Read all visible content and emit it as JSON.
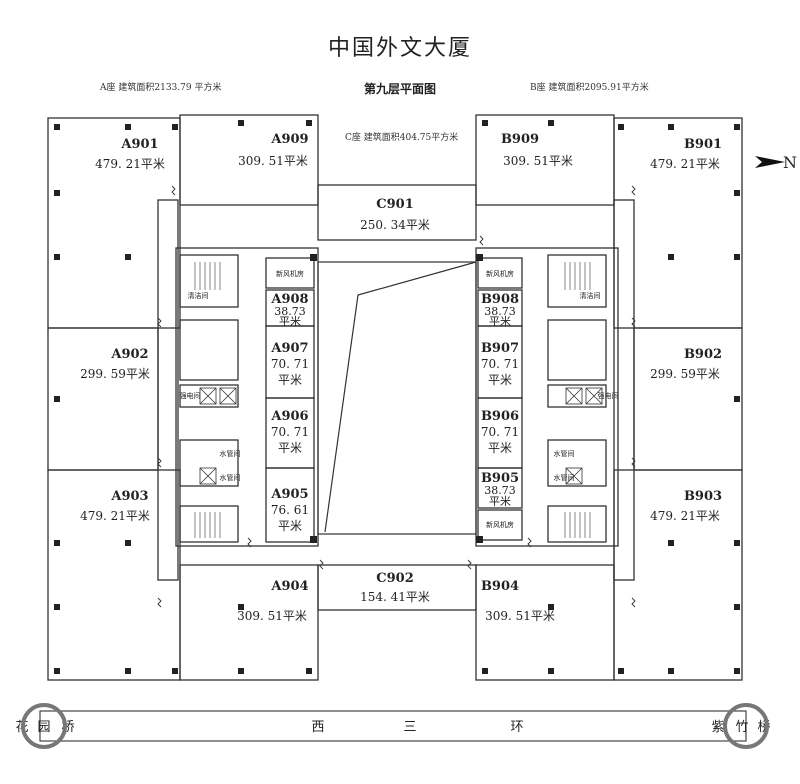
{
  "header": {
    "title": "中国外文大厦",
    "subtitle": "第九层平面图",
    "note_a": "A座  建筑面积2133.79 平方米",
    "note_b": "B座  建筑面积2095.91平方米",
    "note_c": "C座 建筑面积404.75平方米"
  },
  "compass": {
    "label": "N"
  },
  "units": {
    "a901": {
      "code": "A901",
      "area": "479. 21平米"
    },
    "a909": {
      "code": "A909",
      "area": "309. 51平米"
    },
    "a902": {
      "code": "A902",
      "area": "299. 59平米"
    },
    "a903": {
      "code": "A903",
      "area": "479. 21平米"
    },
    "a904": {
      "code": "A904",
      "area": "309. 51平米"
    },
    "a908": {
      "code": "A908",
      "area": "38.73",
      "unit": "平米"
    },
    "a907": {
      "code": "A907",
      "area": "70. 71",
      "unit": "平米"
    },
    "a906": {
      "code": "A906",
      "area": "70. 71",
      "unit": "平米"
    },
    "a905": {
      "code": "A905",
      "area": "76. 61",
      "unit": "平米"
    },
    "c901": {
      "code": "C901",
      "area": "250. 34平米"
    },
    "c902": {
      "code": "C902",
      "area": "154. 41平米"
    },
    "b909": {
      "code": "B909",
      "area": "309. 51平米"
    },
    "b901": {
      "code": "B901",
      "area": "479. 21平米"
    },
    "b902": {
      "code": "B902",
      "area": "299. 59平米"
    },
    "b903": {
      "code": "B903",
      "area": "479. 21平米"
    },
    "b904": {
      "code": "B904",
      "area": "309. 51平米"
    },
    "b908": {
      "code": "B908",
      "area": "38.73",
      "unit": "平米"
    },
    "b907": {
      "code": "B907",
      "area": "70. 71",
      "unit": "平米"
    },
    "b906": {
      "code": "B906",
      "area": "70. 71",
      "unit": "平米"
    },
    "b905": {
      "code": "B905",
      "area": "38.73",
      "unit": "平米"
    }
  },
  "small_rooms": {
    "fresh_air": "新风机房",
    "cleaning": "清洁间",
    "water_pipe": "水管间",
    "elec": "强电间"
  },
  "road": {
    "left_bridge": [
      "花",
      "园",
      "桥"
    ],
    "road_name": [
      "西",
      "三",
      "环"
    ],
    "right_bridge": [
      "紫",
      "竹",
      "桥"
    ]
  }
}
